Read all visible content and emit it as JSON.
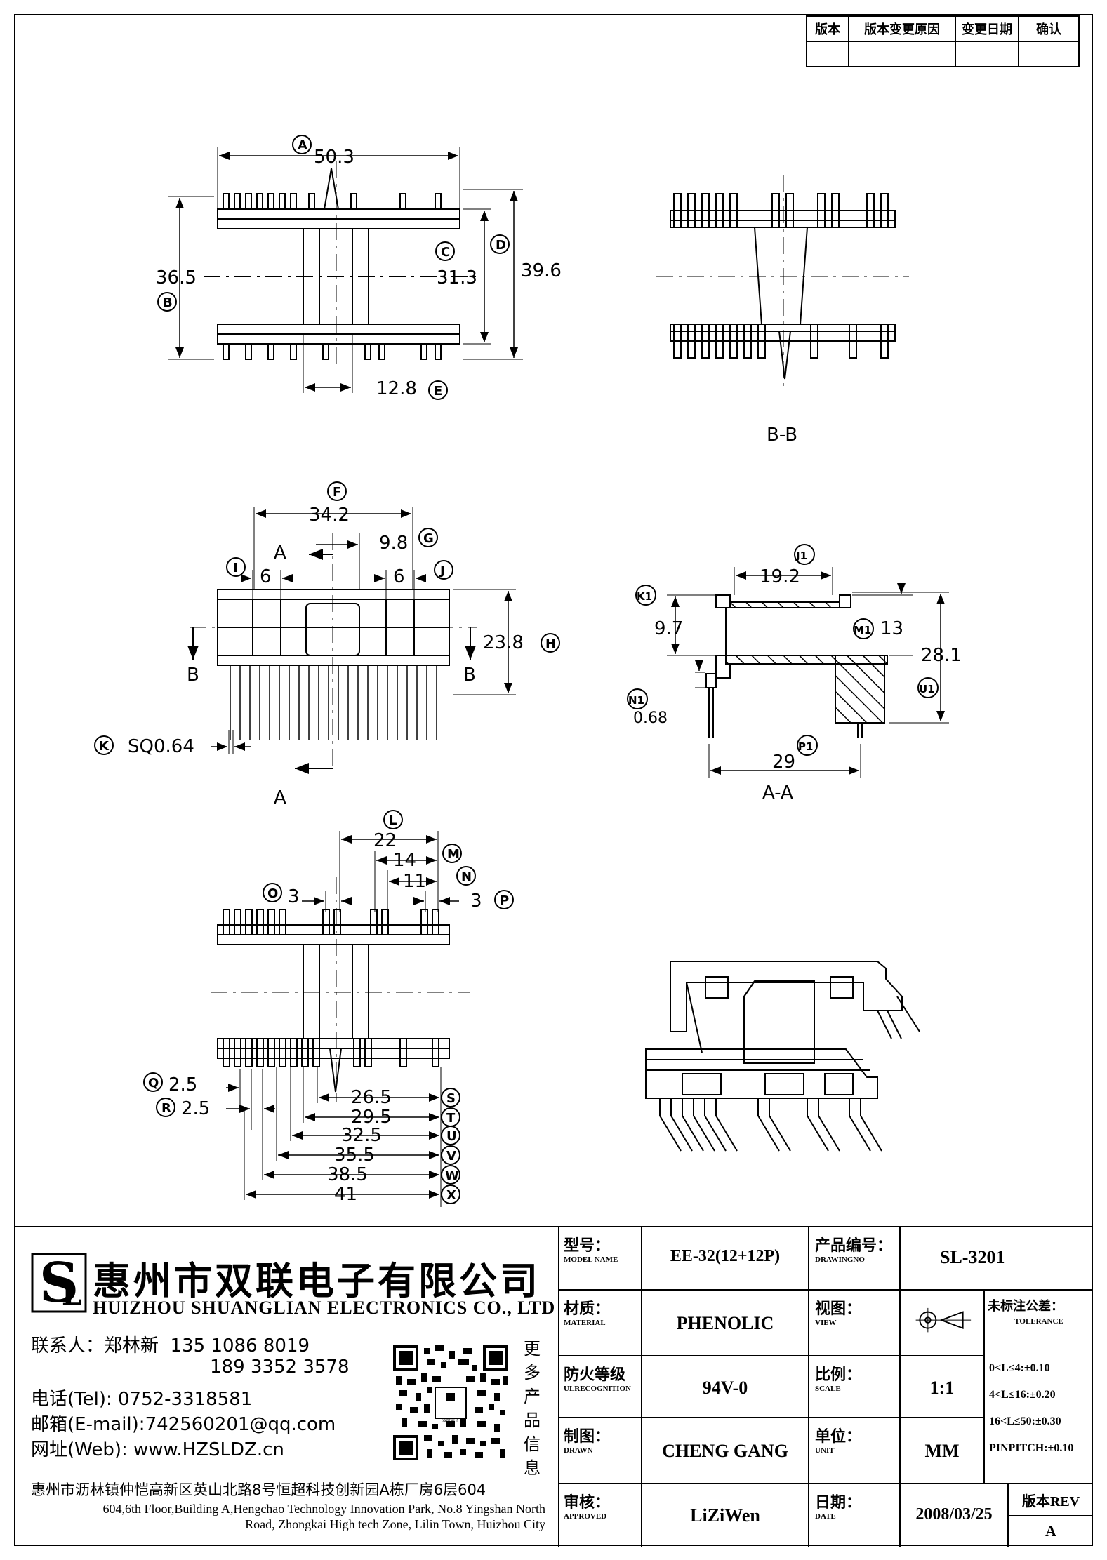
{
  "revision_table": {
    "headers": [
      "版本",
      "版本变更原因",
      "变更日期",
      "确认"
    ]
  },
  "views": {
    "top": {
      "dims": [
        "50.3",
        "36.5",
        "31.3",
        "39.6",
        "12.8"
      ],
      "markers": [
        "A",
        "B",
        "C",
        "D",
        "E"
      ]
    },
    "section_bb": {
      "caption": "B-B"
    },
    "front": {
      "dims": [
        "34.2",
        "9.8",
        "6",
        "6",
        "23.8",
        "SQ0.64"
      ],
      "markers": [
        "F",
        "G",
        "I",
        "J",
        "H",
        "K"
      ],
      "section_letters": [
        "A",
        "A",
        "B",
        "B"
      ]
    },
    "section_aa": {
      "caption": "A-A",
      "dims": [
        "19.2",
        "9.7",
        "13",
        "28.1",
        "0.68",
        "29"
      ],
      "markers": [
        "J1",
        "K1",
        "M1",
        "U1",
        "N1",
        "P1"
      ]
    },
    "bottom": {
      "dims": [
        "22",
        "14",
        "11",
        "3",
        "3",
        "2.5",
        "2.5",
        "26.5",
        "29.5",
        "32.5",
        "35.5",
        "38.5",
        "41"
      ],
      "markers": [
        "L",
        "M",
        "N",
        "O",
        "P",
        "Q",
        "R",
        "S",
        "T",
        "U",
        "V",
        "W",
        "X"
      ]
    }
  },
  "company": {
    "name_cn": "惠州市双联电子有限公司",
    "name_en": "HUIZHOU SHUANGLIAN ELECTRONICS CO., LTD",
    "contact_label": "联系人：郑林新",
    "phone1": "135 1086 8019",
    "phone2": "189 3352 3578",
    "tel": "电话(Tel): 0752-3318581",
    "email": "邮箱(E-mail):742560201@qq.com",
    "web": "网址(Web): www.HZSLDZ.cn",
    "more_products": [
      "更",
      "多",
      "产",
      "品",
      "信",
      "息"
    ],
    "qr_label": "双联电子",
    "address_cn": "惠州市沥林镇仲恺高新区英山北路8号恒超科技创新园A栋厂房6层604",
    "address_en_1": "604,6th Floor,Building A,Hengchao Technology Innovation Park, No.8 Yingshan North",
    "address_en_2": "Road, Zhongkai High tech Zone, Lilin Town, Huizhou City"
  },
  "title_block": {
    "model_label_cn": "型号：",
    "model_label_en": "MODEL NAME",
    "model": "EE-32(12+12P)",
    "drawing_label_cn": "产品编号：",
    "drawing_label_en": "DRAWINGNO",
    "drawing_no": "SL-3201",
    "material_label_cn": "材质：",
    "material_label_en": "MATERIAL",
    "material": "PHENOLIC",
    "view_label_cn": "视图：",
    "view_label_en": "VIEW",
    "tolerance_label_cn": "未标注公差：",
    "tolerance_label_en": "TOLERANCE",
    "tolerances": [
      "0<L≤4:±0.10",
      "4<L≤16:±0.20",
      "16<L≤50:±0.30",
      "PINPITCH:±0.10"
    ],
    "fire_label_cn": "防火等级",
    "fire_label_en": "ULRECOGNITION",
    "fire": "94V-0",
    "scale_label_cn": "比例：",
    "scale_label_en": "SCALE",
    "scale": "1:1",
    "drawn_label_cn": "制图：",
    "drawn_label_en": "DRAWN",
    "drawn": "CHENG GANG",
    "unit_label_cn": "单位：",
    "unit_label_en": "UNIT",
    "unit": "MM",
    "approved_label_cn": "审核：",
    "approved_label_en": "APPROVED",
    "approved": "LiZiWen",
    "date_label_cn": "日期：",
    "date_label_en": "DATE",
    "date": "2008/03/25",
    "rev_label": "版本REV",
    "rev": "A"
  }
}
